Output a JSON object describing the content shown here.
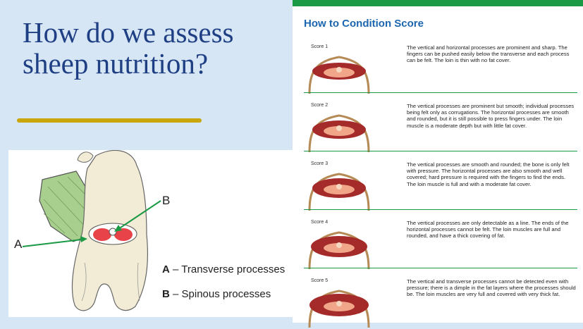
{
  "slide": {
    "title": "How do we assess sheep nutrition?"
  },
  "diagram": {
    "label_a": "A",
    "label_b": "B",
    "legend": [
      {
        "key": "A",
        "text": "Transverse processes"
      },
      {
        "key": "B",
        "text": "Spinous processes"
      }
    ],
    "dash": "–"
  },
  "condition_score": {
    "heading": "How to Condition Score",
    "rows": [
      {
        "label": "Score 1",
        "text": "The vertical and horizontal processes are prominent and sharp. The fingers can be pushed easily below the transverse and each process can be felt. The loin is thin with no fat cover."
      },
      {
        "label": "Score 2",
        "text": "The vertical processes are prominent but smooth; individual processes being felt only as corrugations. The horizontal processes are smooth and rounded, but it is still possible to press fingers under. The loin muscle is a moderate depth but with little fat cover."
      },
      {
        "label": "Score 3",
        "text": "The vertical processes are smooth and rounded; the bone is only felt with pressure. The horizontal processes are also smooth and well covered; hard pressure is required with the fingers to find the ends. The loin muscle is full and with a moderate fat cover."
      },
      {
        "label": "Score 4",
        "text": "The vertical processes are only detectable as a line.  The ends of the horizontal processes cannot be felt. The loin muscles are full and rounded, and have a thick covering of fat."
      },
      {
        "label": "Score 5",
        "text": "The vertical and transverse processes cannot be detected even with pressure; there is a dimple in the fat layers where the processes should be. The loin muscles are very full and covered with very thick fat."
      }
    ]
  }
}
